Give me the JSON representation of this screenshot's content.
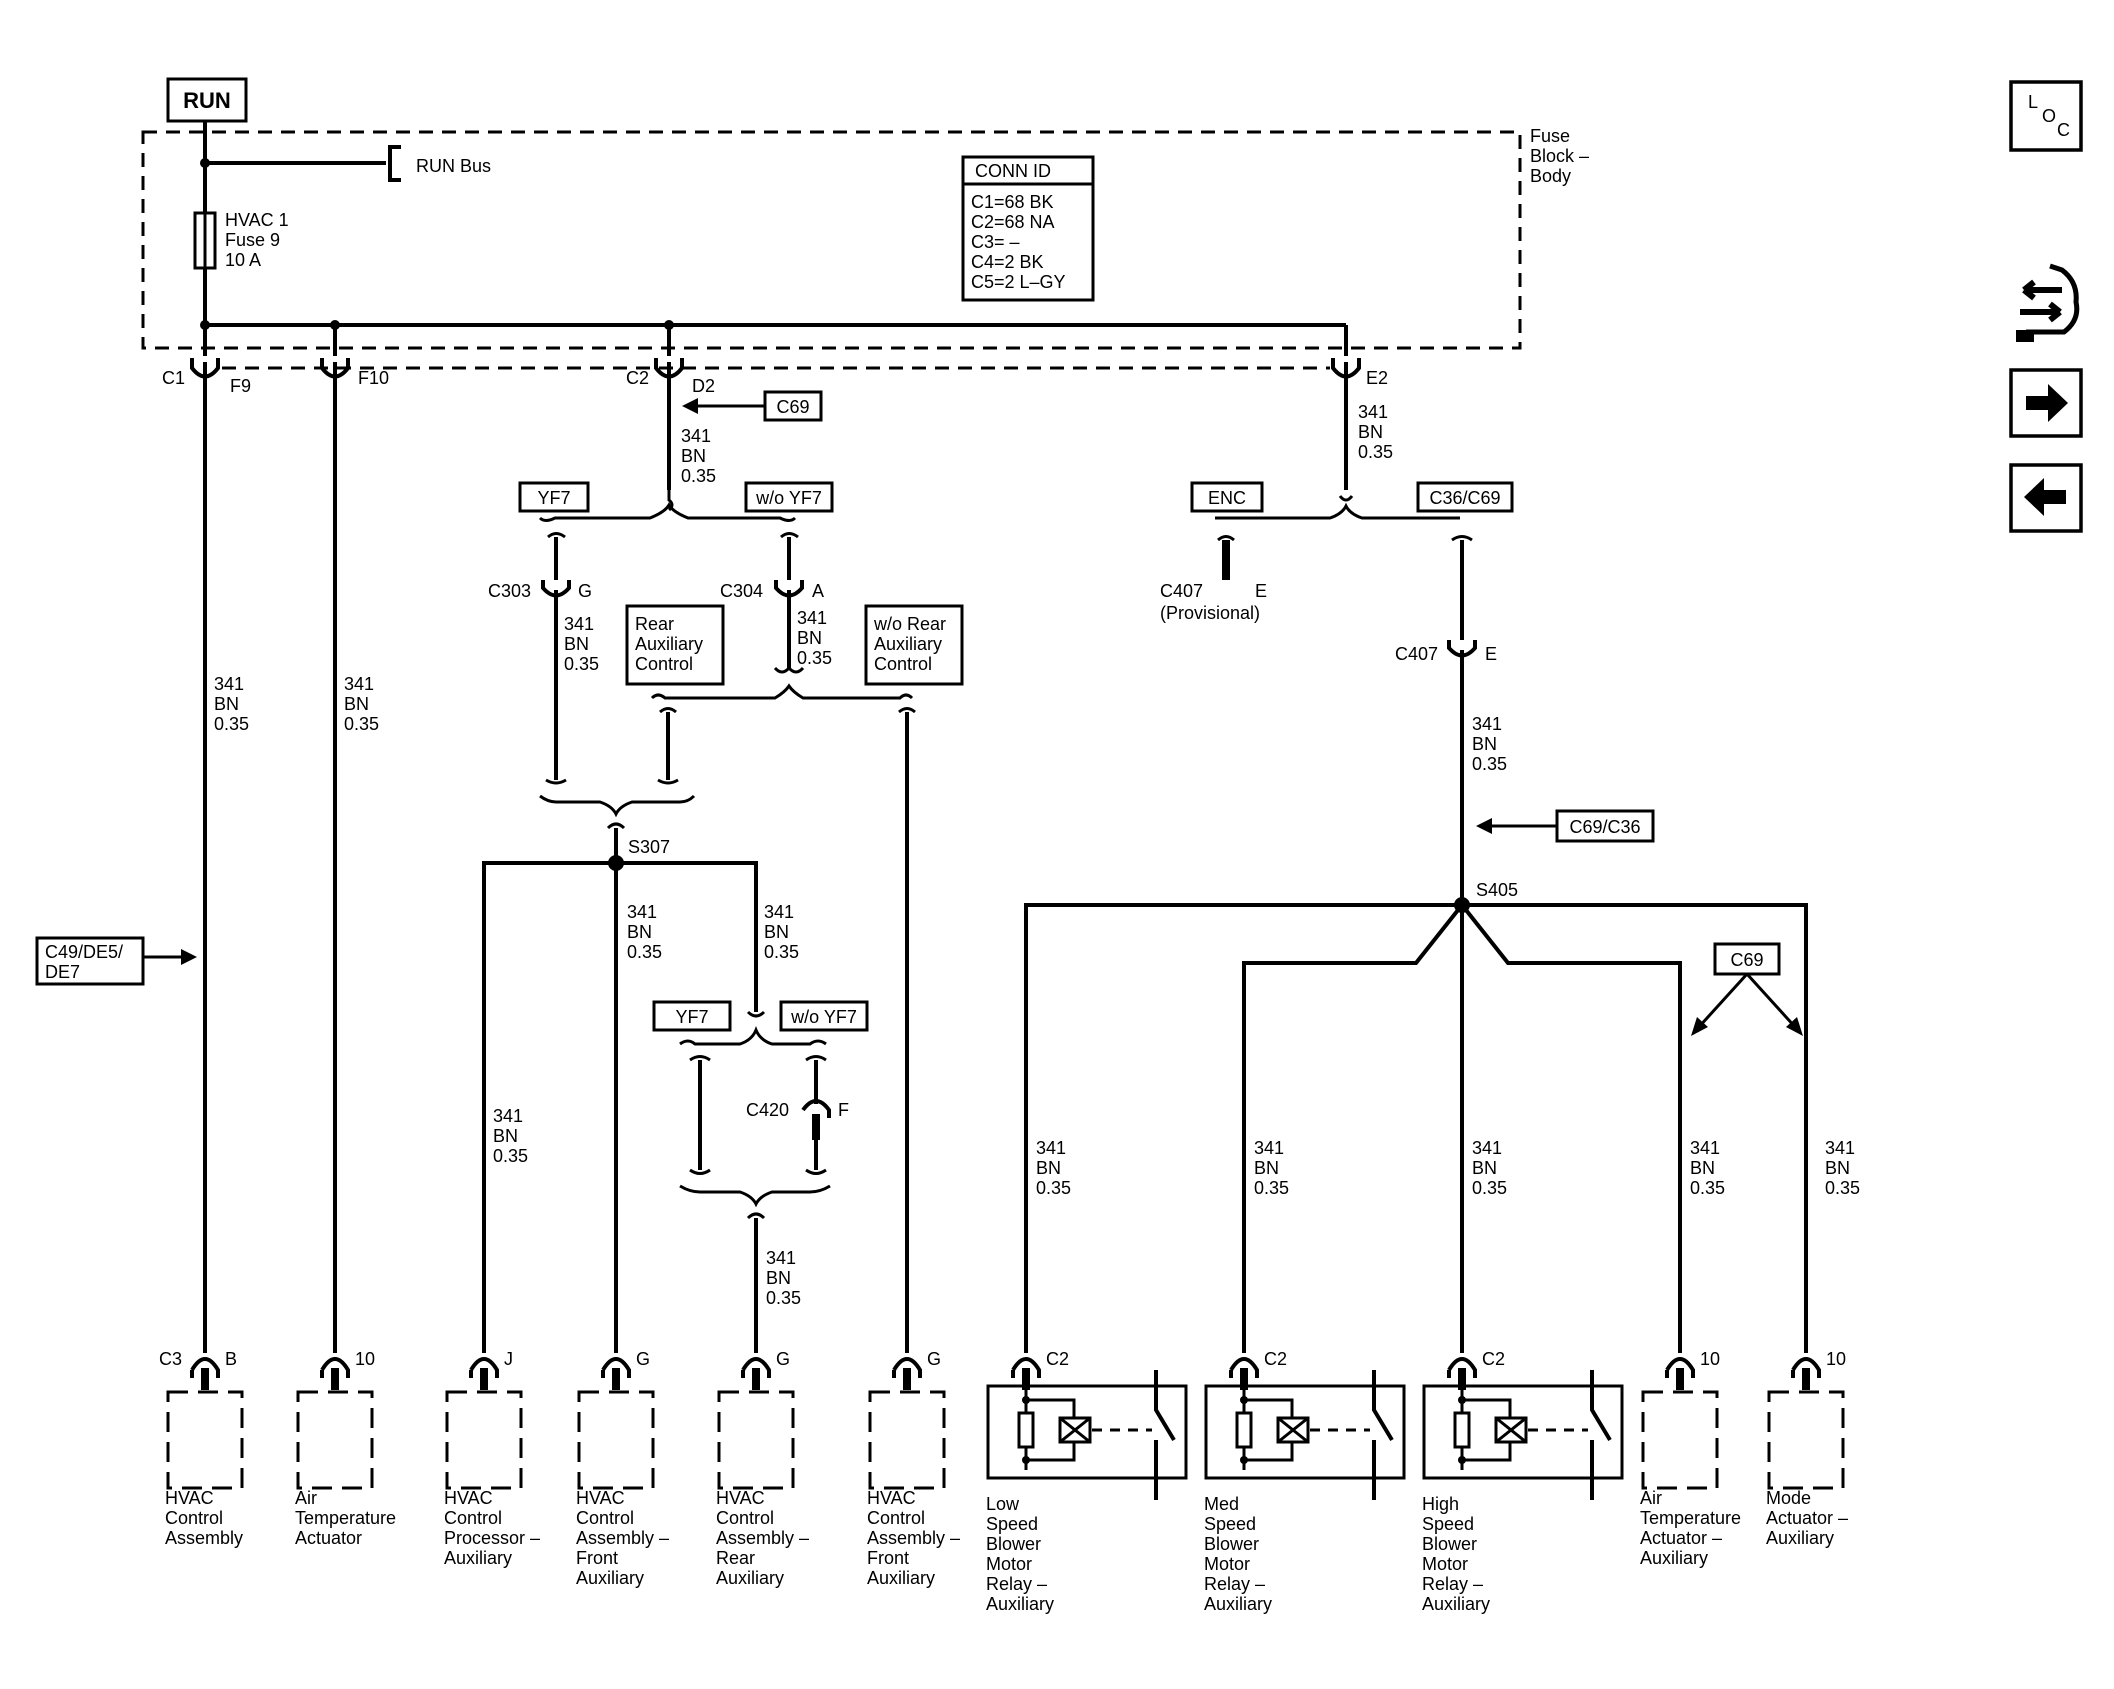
{
  "power": {
    "run_label": "RUN",
    "run_bus_label": "RUN Bus"
  },
  "fuse_block": {
    "label_lines": [
      "Fuse",
      "Block –",
      "Body"
    ]
  },
  "fuse": {
    "lines": [
      "HVAC 1",
      "Fuse 9",
      "10 A"
    ]
  },
  "conn_id": {
    "header": "CONN ID",
    "lines": [
      "C1=68 BK",
      "C2=68 NA",
      "C3= –",
      "C4=2 BK",
      "C5=2 L–GY"
    ]
  },
  "connectors": {
    "c1": "C1",
    "f9": "F9",
    "f10": "F10",
    "c2": "C2",
    "d2": "D2",
    "e2": "E2",
    "c303": "C303",
    "c303_pin": "G",
    "c304": "C304",
    "c304_pin": "A",
    "c407_prov": "C407",
    "c407_prov_pin": "E",
    "c407_prov_note": "(Provisional)",
    "c407": "C407",
    "c407_pin": "E",
    "c420": "C420",
    "c420_pin": "F",
    "s307": "S307",
    "s405": "S405"
  },
  "wire": {
    "circuit": "341",
    "color": "BN",
    "gauge": "0.35"
  },
  "options": {
    "c69_d2": "C69",
    "yf7_top": "YF7",
    "wo_yf7_top": "w/o YF7",
    "enc": "ENC",
    "c36_c69": "C36/C69",
    "rear_aux_lines": [
      "Rear",
      "Auxiliary",
      "Control"
    ],
    "wo_rear_aux_lines": [
      "w/o Rear",
      "Auxiliary",
      "Control"
    ],
    "c69_c36": "C69/C36",
    "c49_lines": [
      "C49/DE5/",
      "DE7"
    ],
    "yf7_low": "YF7",
    "wo_yf7_low": "w/o YF7",
    "c69_right": "C69"
  },
  "components": [
    {
      "conn": "C3",
      "pin": "B",
      "name_lines": [
        "HVAC",
        "Control",
        "Assembly"
      ]
    },
    {
      "conn": "",
      "pin": "10",
      "name_lines": [
        "Air",
        "Temperature",
        "Actuator"
      ]
    },
    {
      "conn": "",
      "pin": "J",
      "name_lines": [
        "HVAC",
        "Control",
        "Processor –",
        "Auxiliary"
      ]
    },
    {
      "conn": "",
      "pin": "G",
      "name_lines": [
        "HVAC",
        "Control",
        "Assembly –",
        "Front",
        "Auxiliary"
      ]
    },
    {
      "conn": "",
      "pin": "G",
      "name_lines": [
        "HVAC",
        "Control",
        "Assembly –",
        "Rear",
        "Auxiliary"
      ]
    },
    {
      "conn": "",
      "pin": "G",
      "name_lines": [
        "HVAC",
        "Control",
        "Assembly –",
        "Front",
        "Auxiliary"
      ]
    },
    {
      "conn": "",
      "pin": "C2",
      "name_lines": [
        "Low",
        "Speed",
        "Blower",
        "Motor",
        "Relay –",
        "Auxiliary"
      ]
    },
    {
      "conn": "",
      "pin": "C2",
      "name_lines": [
        "Med",
        "Speed",
        "Blower",
        "Motor",
        "Relay –",
        "Auxiliary"
      ]
    },
    {
      "conn": "",
      "pin": "C2",
      "name_lines": [
        "High",
        "Speed",
        "Blower",
        "Motor",
        "Relay –",
        "Auxiliary"
      ]
    },
    {
      "conn": "",
      "pin": "10",
      "name_lines": [
        "Air",
        "Temperature",
        "Actuator –",
        "Auxiliary"
      ]
    },
    {
      "conn": "",
      "pin": "10",
      "name_lines": [
        "Mode",
        "Actuator –",
        "Auxiliary"
      ]
    }
  ],
  "nav": {
    "loc_letters": [
      "L",
      "O",
      "C"
    ],
    "icons": [
      "loc-icon",
      "schematic-flow-icon",
      "forward-arrow-icon",
      "back-arrow-icon"
    ]
  }
}
